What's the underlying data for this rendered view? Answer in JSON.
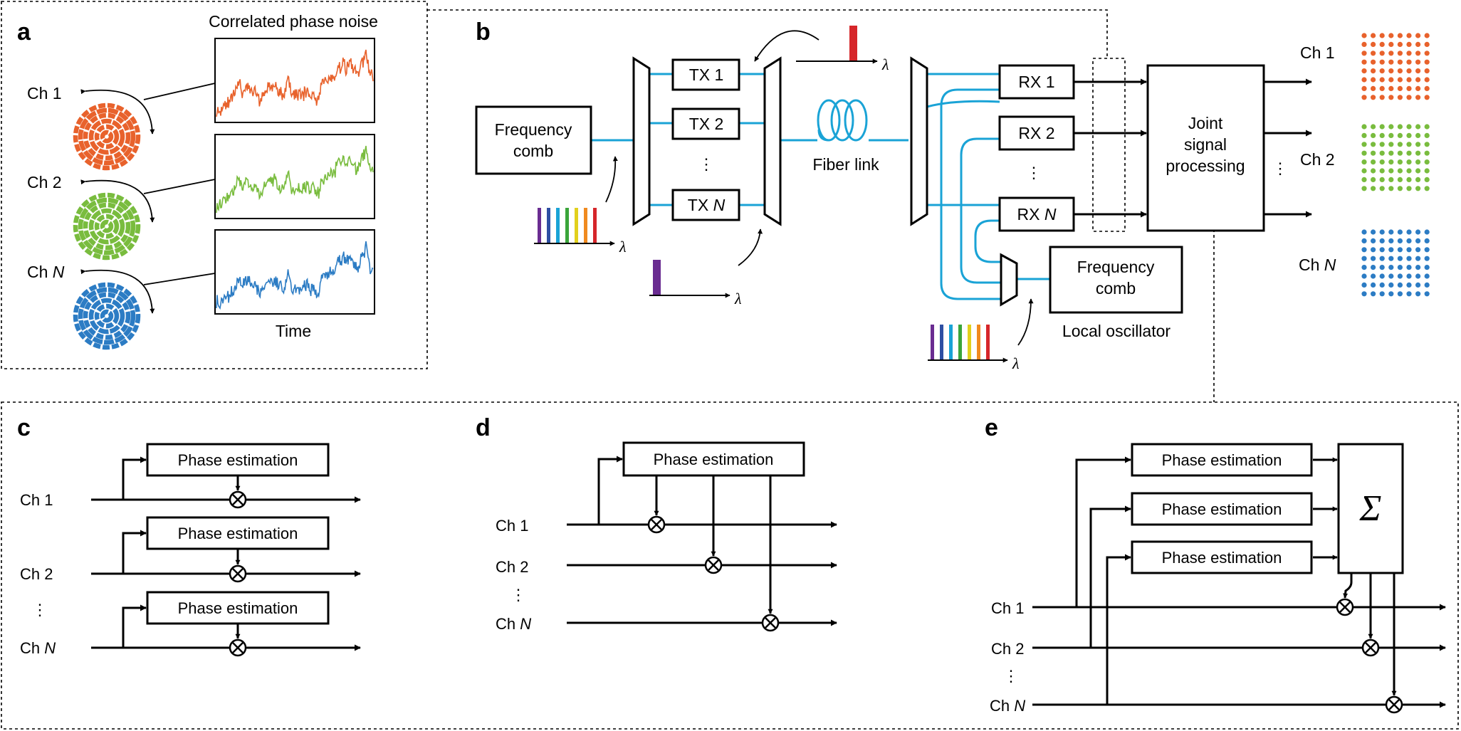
{
  "colors": {
    "channel_1": "#e8622c",
    "channel_2": "#79bc3e",
    "channel_n": "#2c7cc4",
    "fiber": "#1aa3d6",
    "rainbow": [
      "#6a2c91",
      "#2e4fa3",
      "#1aa3d6",
      "#3aa53a",
      "#e2d01d",
      "#f08a1f",
      "#d6262a"
    ],
    "single_line_tx": "#6a2c91",
    "single_line_drop": "#d6262a"
  },
  "panel_a": {
    "label": "a",
    "noise_title": "Correlated phase noise",
    "x_axis": "Time",
    "channels": [
      {
        "prefix": "Ch",
        "suffix": "1"
      },
      {
        "prefix": "Ch",
        "suffix": "2"
      },
      {
        "prefix": "Ch",
        "suffix": "N"
      }
    ]
  },
  "panel_b": {
    "label": "b",
    "tx_comb": [
      "Frequency",
      "comb"
    ],
    "transmitters": [
      {
        "prefix": "TX",
        "suffix": "1"
      },
      {
        "prefix": "TX",
        "suffix": "2"
      },
      {
        "prefix": "TX",
        "suffix": "N"
      }
    ],
    "fiber_link": "Fiber link",
    "receivers": [
      {
        "prefix": "RX",
        "suffix": "1"
      },
      {
        "prefix": "RX",
        "suffix": "2"
      },
      {
        "prefix": "RX",
        "suffix": "N"
      }
    ],
    "lo_comb": [
      "Frequency",
      "comb"
    ],
    "lo_caption": "Local oscillator",
    "dsp": [
      "Joint",
      "signal",
      "processing"
    ],
    "wavelength_symbol": "λ",
    "vdots": "⋮",
    "outputs": [
      {
        "prefix": "Ch",
        "suffix": "1"
      },
      {
        "prefix": "Ch",
        "suffix": "2"
      },
      {
        "prefix": "Ch",
        "suffix": "N"
      }
    ]
  },
  "panel_c": {
    "label": "c",
    "block": "Phase estimation",
    "vdots": "⋮",
    "channels": [
      {
        "prefix": "Ch",
        "suffix": "1"
      },
      {
        "prefix": "Ch",
        "suffix": "2"
      },
      {
        "prefix": "Ch",
        "suffix": "N"
      }
    ]
  },
  "panel_d": {
    "label": "d",
    "block": "Phase estimation",
    "vdots": "⋮",
    "channels": [
      {
        "prefix": "Ch",
        "suffix": "1"
      },
      {
        "prefix": "Ch",
        "suffix": "2"
      },
      {
        "prefix": "Ch",
        "suffix": "N"
      }
    ]
  },
  "panel_e": {
    "label": "e",
    "block": "Phase estimation",
    "sum_symbol": "Σ",
    "vdots": "⋮",
    "channels": [
      {
        "prefix": "Ch",
        "suffix": "1"
      },
      {
        "prefix": "Ch",
        "suffix": "2"
      },
      {
        "prefix": "Ch",
        "suffix": "N"
      }
    ]
  }
}
